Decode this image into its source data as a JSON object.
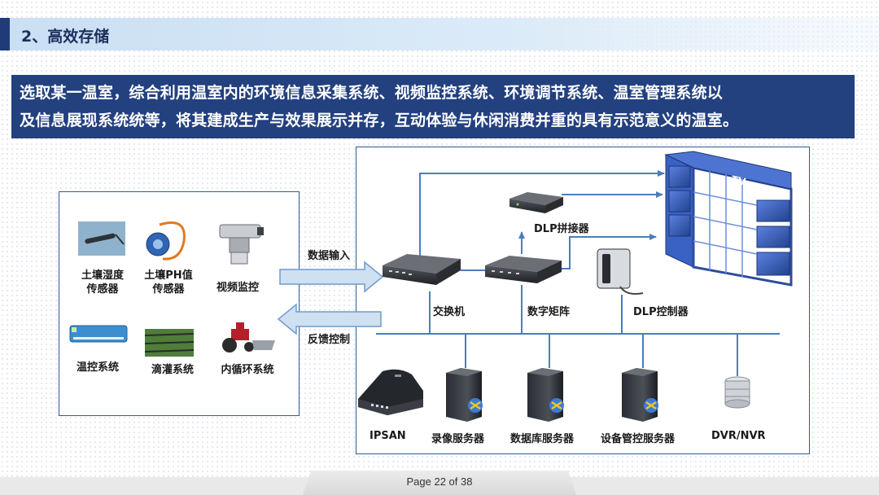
{
  "slide": {
    "title": "2、高效存储",
    "description_line1": "选取某一温室，综合利用温室内的环境信息采集系统、视频监控系统、环境调节系统、温室管理系统以",
    "description_line2": "及信息展现系统统等，将其建成生产与效果展示并存，互动体验与休闲消费并重的具有示范意义的温室。",
    "page_indicator": "Page 22 of 38"
  },
  "diagram": {
    "left_devices": [
      {
        "label_line1": "土壤湿度",
        "label_line2": "传感器",
        "icon": "soil-moisture-sensor-icon"
      },
      {
        "label_line1": "土壤PH值",
        "label_line2": "传感器",
        "icon": "ph-sensor-icon"
      },
      {
        "label_line1": "视频监控",
        "label_line2": "",
        "icon": "surveillance-camera-icon"
      },
      {
        "label_line1": "温控系统",
        "label_line2": "",
        "icon": "air-conditioner-icon"
      },
      {
        "label_line1": "滴灌系统",
        "label_line2": "",
        "icon": "drip-irrigation-icon"
      },
      {
        "label_line1": "内循环系统",
        "label_line2": "",
        "icon": "tractor-icon"
      }
    ],
    "arrows": {
      "data_input": "数据输入",
      "feedback_control": "反馈控制"
    },
    "network": {
      "switch": "交换机",
      "matrix": "数字矩阵",
      "dlp_splicer": "DLP拼接器",
      "dlp_controller": "DLP控制器",
      "tv_wall_label": "TV",
      "ipsan": "IPSAN",
      "recording_server": "录像服务器",
      "database_server": "数据库服务器",
      "device_control_server": "设备管控服务器",
      "dvr_nvr": "DVR/NVR"
    },
    "colors": {
      "navy": "#23407f",
      "line_blue": "#4a7ebb",
      "arrow_fill": "#cfe0f1",
      "screen_blue": "#3a62c4"
    }
  }
}
